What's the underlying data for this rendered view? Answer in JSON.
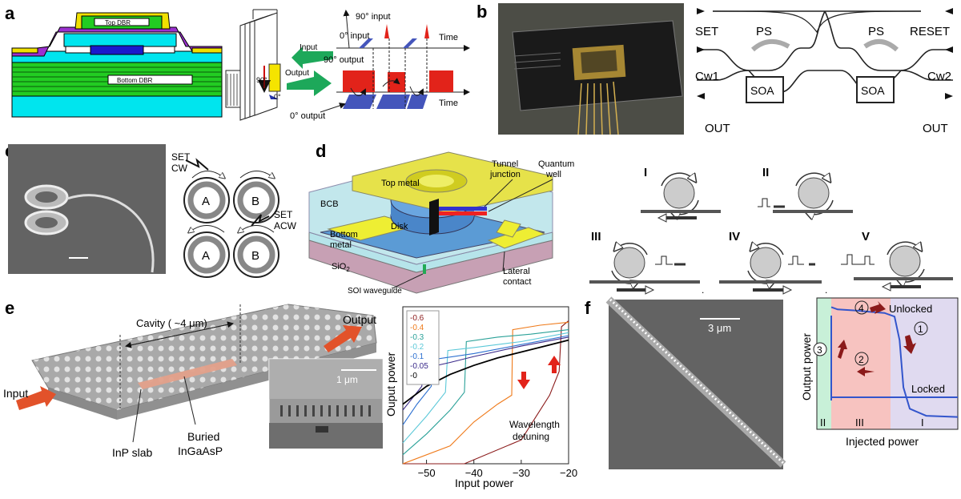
{
  "panels": {
    "a": {
      "letter": "a",
      "top_dbr": "Top DBR",
      "bottom_dbr": "Bottom DBR",
      "in90": "90° input",
      "in0": "0° input",
      "time": "Time",
      "input": "Input",
      "out90": "90° output",
      "output": "Output",
      "deg90": "90°",
      "deg0": "0°",
      "out0": "0° output"
    },
    "b": {
      "letter": "b",
      "set": "SET",
      "reset": "RESET",
      "ps": "PS",
      "cw1": "Cw1",
      "cw2": "Cw2",
      "soa": "SOA",
      "out": "OUT"
    },
    "c": {
      "letter": "c",
      "set_cw": [
        "SET",
        "CW"
      ],
      "set_acw": [
        "SET",
        "ACW"
      ],
      "ring_a": "A",
      "ring_b": "B"
    },
    "d": {
      "letter": "d",
      "top_metal": "Top metal",
      "tunnel": [
        "Tunnel",
        "junction"
      ],
      "qw": [
        "Quantum",
        "well"
      ],
      "bcb": "BCB",
      "disk": "Disk",
      "bottom_metal": [
        "Bottom",
        "metal"
      ],
      "sio2": "SiO",
      "sio2_sub": "2",
      "soi": "SOI waveguide",
      "lateral": [
        "Lateral",
        "contact"
      ],
      "states": [
        "I",
        "II",
        "III",
        "IV",
        "V"
      ]
    },
    "e": {
      "letter": "e",
      "cavity": "Cavity ( ~4 μm)",
      "output": "Output",
      "input": "Input",
      "inp_slab": "InP slab",
      "buried": [
        "Buried",
        "InGaAsP"
      ],
      "scale": "1 μm",
      "wl_detuning": [
        "Wavelength",
        "detuning"
      ]
    },
    "f": {
      "letter": "f",
      "scale": "3 μm",
      "unlocked": "Unlocked",
      "locked": "Locked",
      "regions": [
        "II",
        "III",
        "I"
      ],
      "steps": [
        "1",
        "2",
        "3",
        "4"
      ]
    }
  },
  "chart_data": [
    {
      "type": "line",
      "xlabel": "Input power",
      "ylabel": "Ouput power",
      "xlim": [
        -55,
        -20
      ],
      "xticks": [
        -50,
        -40,
        -30,
        -20
      ],
      "legend_position": "top-left",
      "series": [
        {
          "name": "-0.6",
          "color": "#8b1a1a",
          "x": [
            -55,
            -42,
            -30,
            -24,
            -22,
            -21.5,
            -20
          ],
          "y": [
            0.0,
            0.0,
            0.16,
            0.46,
            0.62,
            0.92,
            0.96
          ]
        },
        {
          "name": "-0.4",
          "color": "#ef7a1a",
          "x": [
            -55,
            -45,
            -40,
            -35,
            -32,
            -31.8,
            -26,
            -20
          ],
          "y": [
            0.0,
            0.12,
            0.28,
            0.4,
            0.46,
            0.9,
            0.93,
            0.95
          ]
        },
        {
          "name": "-0.3",
          "color": "#2aa198",
          "x": [
            -55,
            -50,
            -45,
            -42,
            -41.6,
            -35,
            -28,
            -20
          ],
          "y": [
            0.06,
            0.2,
            0.36,
            0.48,
            0.82,
            0.85,
            0.87,
            0.9
          ]
        },
        {
          "name": "-0.2",
          "color": "#5bc8d8",
          "x": [
            -55,
            -50,
            -46,
            -45.5,
            -40,
            -30,
            -20
          ],
          "y": [
            0.14,
            0.32,
            0.48,
            0.76,
            0.78,
            0.82,
            0.88
          ]
        },
        {
          "name": "-0.1",
          "color": "#2b6fd0",
          "x": [
            -55,
            -52,
            -49,
            -48.6,
            -40,
            -30,
            -20
          ],
          "y": [
            0.26,
            0.4,
            0.52,
            0.7,
            0.74,
            0.8,
            0.86
          ]
        },
        {
          "name": "-0.05",
          "color": "#3a2a8a",
          "x": [
            -55,
            -51,
            -50.6,
            -45,
            -40,
            -30,
            -20
          ],
          "y": [
            0.36,
            0.52,
            0.64,
            0.68,
            0.72,
            0.79,
            0.85
          ]
        },
        {
          "name": "-0",
          "color": "#000000",
          "x": [
            -55,
            -50,
            -45,
            -40,
            -35,
            -30,
            -25,
            -20
          ],
          "y": [
            0.4,
            0.52,
            0.6,
            0.66,
            0.71,
            0.75,
            0.79,
            0.83
          ]
        }
      ]
    },
    {
      "type": "line",
      "xlabel": "Injected power",
      "ylabel": "Output power",
      "series": [
        {
          "name": "",
          "color": "#3355cc",
          "x": [
            0.0,
            0.05,
            0.2,
            0.3,
            0.42,
            0.5,
            0.54,
            0.57,
            0.62,
            0.75,
            1.0
          ],
          "y": [
            0.98,
            0.96,
            0.95,
            0.94,
            0.93,
            0.9,
            0.7,
            0.3,
            0.12,
            0.06,
            0.05
          ]
        }
      ]
    }
  ]
}
